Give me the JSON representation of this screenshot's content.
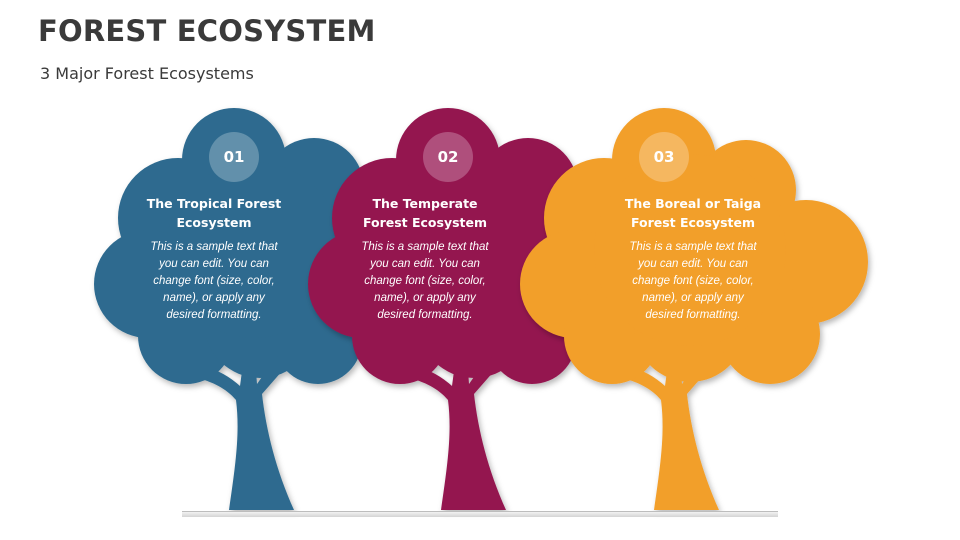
{
  "title": "FOREST ECOSYSTEM",
  "subtitle": "3 Major Forest Ecosystems",
  "colors": {
    "blue": "#2e6b8f",
    "magenta": "#941650",
    "orange": "#f29f2c"
  },
  "trees": [
    {
      "number": "01",
      "heading_line1": "The Tropical Forest",
      "heading_line2": "Ecosystem",
      "text": [
        "This is a sample text that",
        "you can edit. You can",
        "change font (size, color,",
        "name), or apply any",
        "desired formatting."
      ]
    },
    {
      "number": "02",
      "heading_line1": "The Temperate",
      "heading_line2": "Forest Ecosystem",
      "text": [
        "This is a sample text that",
        "you can edit. You can",
        "change font (size, color,",
        "name), or apply any",
        "desired formatting."
      ]
    },
    {
      "number": "03",
      "heading_line1": "The Boreal or Taiga",
      "heading_line2": "Forest Ecosystem",
      "text": [
        "This is a sample text that",
        "you can edit. You can",
        "change font (size, color,",
        "name), or apply any",
        "desired formatting."
      ]
    }
  ]
}
